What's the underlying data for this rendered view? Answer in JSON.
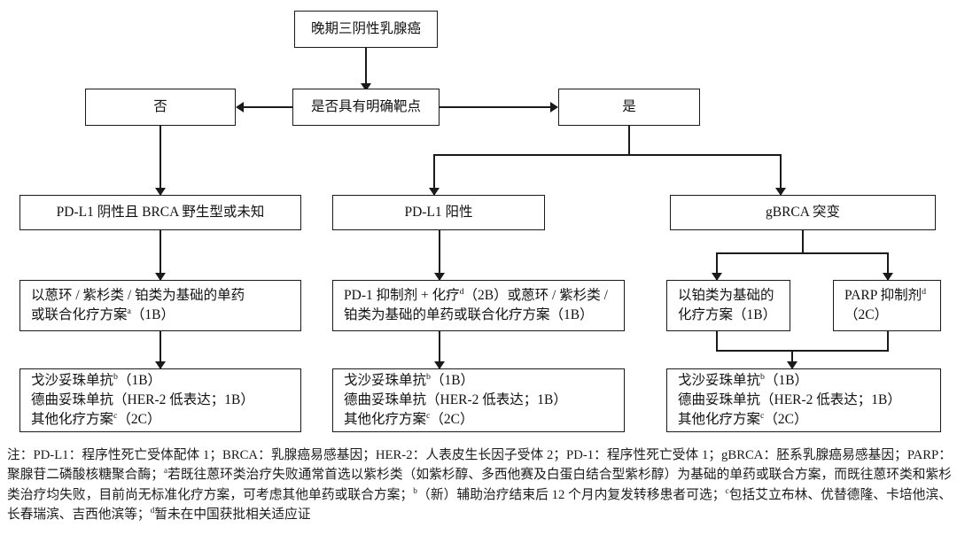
{
  "flowchart": {
    "title_node": {
      "label": "晚期三阴性乳腺癌"
    },
    "decision": {
      "label": "是否具有明确靶点"
    },
    "branch_no": {
      "label": "否"
    },
    "branch_yes": {
      "label": "是"
    },
    "biomarkers": [
      {
        "label": "PD-L1 阴性且 BRCA 野生型或未知"
      },
      {
        "label": "PD-L1 阳性"
      },
      {
        "label": "gBRCA 突变"
      }
    ],
    "first_line": [
      {
        "lines": [
          "以蒽环 / 紫杉类 / 铂类为基础的单药",
          "或联合化疗方案<sup>a</sup>（1B）"
        ]
      },
      {
        "lines": [
          "PD-1 抑制剂 + 化疗<sup>d</sup>（2B）或蒽环 / 紫杉类 /",
          "铂类为基础的单药或联合化疗方案（1B）"
        ]
      },
      {
        "lines": [
          "以铂类为基础的",
          "化疗方案（1B）"
        ]
      },
      {
        "lines": [
          "PARP 抑制剂<sup>d</sup>",
          "（2C）"
        ]
      }
    ],
    "later_line_lines": [
      "戈沙妥珠单抗<sup>b</sup>（1B）",
      "德曲妥珠单抗（HER-2 低表达；1B）",
      "其他化疗方案<sup>c</sup>（2C）"
    ],
    "later_line": [
      {
        "id": "later-left"
      },
      {
        "id": "later-middle"
      },
      {
        "id": "later-right"
      }
    ]
  },
  "notes": {
    "paragraph": "注：PD-L1：程序性死亡受体配体 1；BRCA：乳腺癌易感基因；HER-2：人表皮生长因子受体 2；PD-1：程序性死亡受体 1；gBRCA：胚系乳腺癌易感基因；PARP：聚腺苷二磷酸核糖聚合酶；<sup>a</sup>若既往蒽环类治疗失败通常首选以紫杉类（如紫杉醇、多西他赛及白蛋白结合型紫杉醇）为基础的单药或联合方案，而既往蒽环类和紫杉类治疗均失败，目前尚无标准化疗方案，可考虑其他单药或联合方案；<sup>b</sup>（新）辅助治疗结束后 12 个月内复发转移患者可选；<sup>c</sup>包括艾立布林、优替德隆、卡培他滨、长春瑞滨、吉西他滨等；<sup>d</sup>暂未在中国获批相关适应证"
  }
}
